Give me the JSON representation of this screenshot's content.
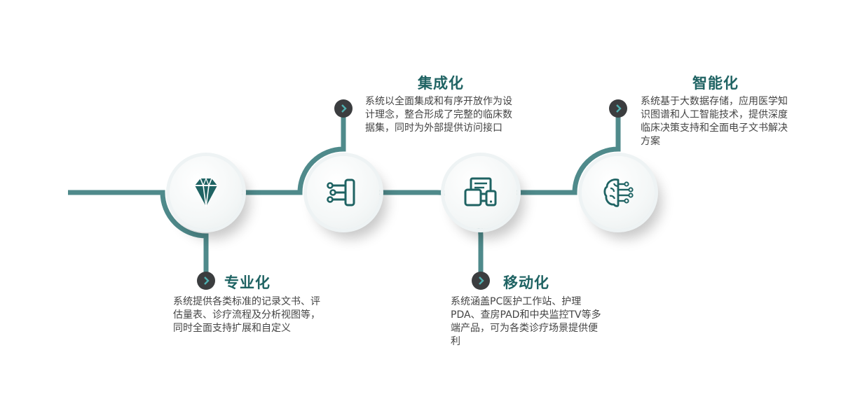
{
  "colors": {
    "line": "#4f8a8b",
    "icon": "#1f6363",
    "bullet": "#3b3d3f",
    "title": "#1f6363",
    "text": "#444444"
  },
  "steps": [
    {
      "title": "专业化",
      "icon": "diamond-icon",
      "description": "系统提供各类标准的记录文书、评估量表、诊疗流程及分析视图等，同时全面支持扩展和自定义"
    },
    {
      "title": "集成化",
      "icon": "integration-icon",
      "description": "系统以全面集成和有序开放作为设计理念，整合形成了完整的临床数据集，同时为外部提供访问接口"
    },
    {
      "title": "移动化",
      "icon": "multi-device-icon",
      "description": "系统涵盖PC医护工作站、护理PDA、查房PAD和中央监控TV等多端产品，可为各类诊疗场景提供便利"
    },
    {
      "title": "智能化",
      "icon": "brain-circuit-icon",
      "description": "系统基于大数据存储，应用医学知识图谱和人工智能技术，提供深度临床决策支持和全面电子文书解决方案"
    }
  ]
}
